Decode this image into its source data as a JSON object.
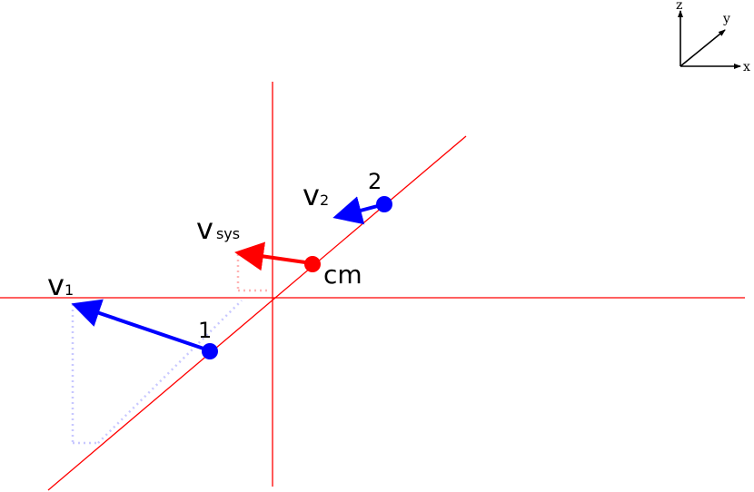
{
  "colors": {
    "axis": "#ff0000",
    "particle": "#0000ff",
    "cm": "#ff0000",
    "velocity_particle": "#0000ff",
    "velocity_system": "#ff0000",
    "projection_particle": "#c8c8ff",
    "projection_system": "#ffb4b4",
    "triad": "#000000"
  },
  "labels": {
    "v1_main": "v",
    "v1_sub": "1",
    "v2_main": "v",
    "v2_sub": "2",
    "vsys_main": "v",
    "vsys_sub": "sys",
    "particle1": "1",
    "particle2": "2",
    "cm": "cm"
  },
  "triad": {
    "x": "x",
    "y": "y",
    "z": "z"
  }
}
